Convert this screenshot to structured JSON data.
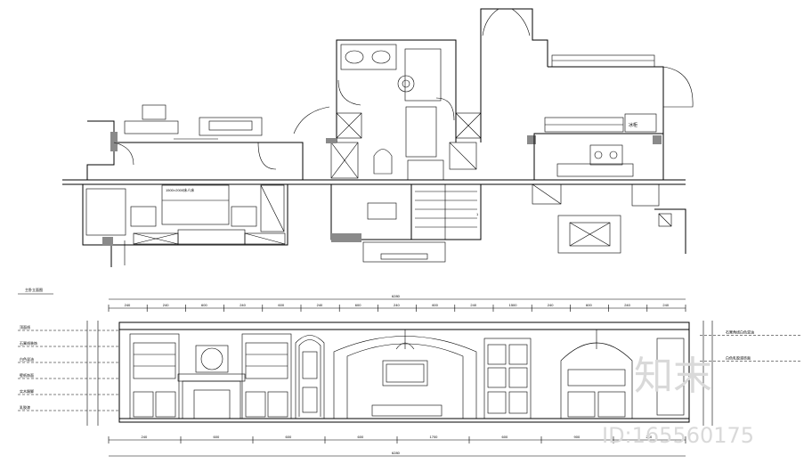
{
  "plan": {
    "room_label_fridge": "冰柜",
    "room_label_bed": "1500×2000床人床",
    "dim_tag": "1"
  },
  "elevation": {
    "title_tag": "主卧立面图",
    "total_top": "6280",
    "total_bottom": "6280",
    "left_labels": [
      "顶面线",
      "石膏线装饰",
      "白色混油",
      "壁纸饰面",
      "实木踢脚",
      "乳胶漆"
    ],
    "right_labels": [
      "石膏角线白色混油",
      "白色乳胶漆饰面"
    ],
    "top_segments": [
      "240",
      "240",
      "600",
      "240",
      "600",
      "240",
      "600",
      "240",
      "600",
      "240",
      "1500",
      "240",
      "600",
      "240",
      "240"
    ],
    "bottom_segments": [
      "240",
      "600",
      "600",
      "600",
      "1700",
      "600",
      "900",
      "240"
    ]
  },
  "watermark": {
    "brand": "知末",
    "id_text": "ID:165560175"
  },
  "colors": {
    "line": "#000000",
    "wall_fill": "#8a8a8a",
    "watermark": "#d9d9d9"
  }
}
